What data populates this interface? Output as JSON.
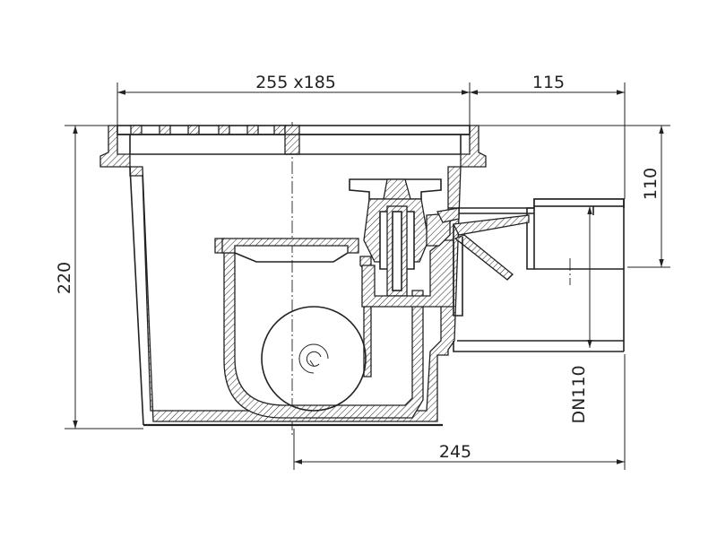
{
  "drawing": {
    "title": "",
    "line_color": "#222222",
    "background": "#ffffff"
  },
  "dimensions": {
    "grate_size": "255 x185",
    "outlet_offset": "115",
    "outlet_height": "110",
    "total_height": "220",
    "outlet_length": "245",
    "outlet_diameter": "DN110"
  }
}
